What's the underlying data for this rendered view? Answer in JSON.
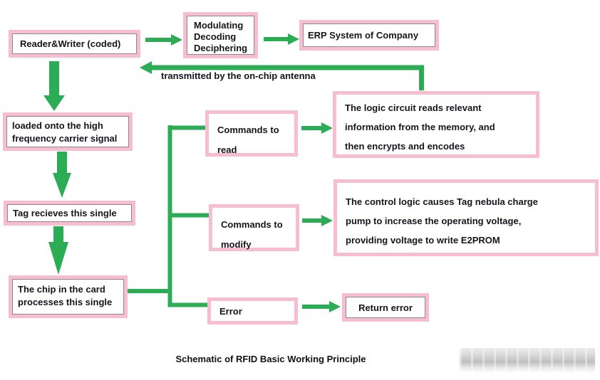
{
  "diagram": {
    "caption": "Schematic of RFID Basic Working Principle",
    "arrow_label": "transmitted by the on-chip antenna",
    "colors": {
      "box_border_pink": "#f8bdd0",
      "arrow_green": "#2cad55",
      "text": "#15151c"
    },
    "nodes": {
      "reader_writer": {
        "label": "Reader&Writer (coded)"
      },
      "modulating": {
        "lines": [
          "Modulating",
          "Decoding",
          "Deciphering"
        ]
      },
      "erp": {
        "label": "ERP System of Company"
      },
      "loaded": {
        "lines": [
          "loaded onto the high",
          "frequency carrier signal"
        ]
      },
      "tag": {
        "label": "Tag recieves this single"
      },
      "chip": {
        "lines": [
          "The chip in the card",
          "processes this single"
        ]
      },
      "commands_read": {
        "lines": [
          "Commands to",
          "read"
        ]
      },
      "commands_modify": {
        "lines": [
          "Commands to",
          "modify"
        ]
      },
      "error": {
        "label": "Error"
      },
      "logic_circuit": {
        "lines": [
          "The logic circuit reads relevant",
          "information from the memory, and",
          "then encrypts and encodes"
        ]
      },
      "control_logic": {
        "lines": [
          "The control logic causes Tag nebula charge",
          "pump to increase the operating voltage,",
          "providing voltage to write E2PROM"
        ]
      },
      "return_error": {
        "label": "Return error"
      }
    }
  }
}
